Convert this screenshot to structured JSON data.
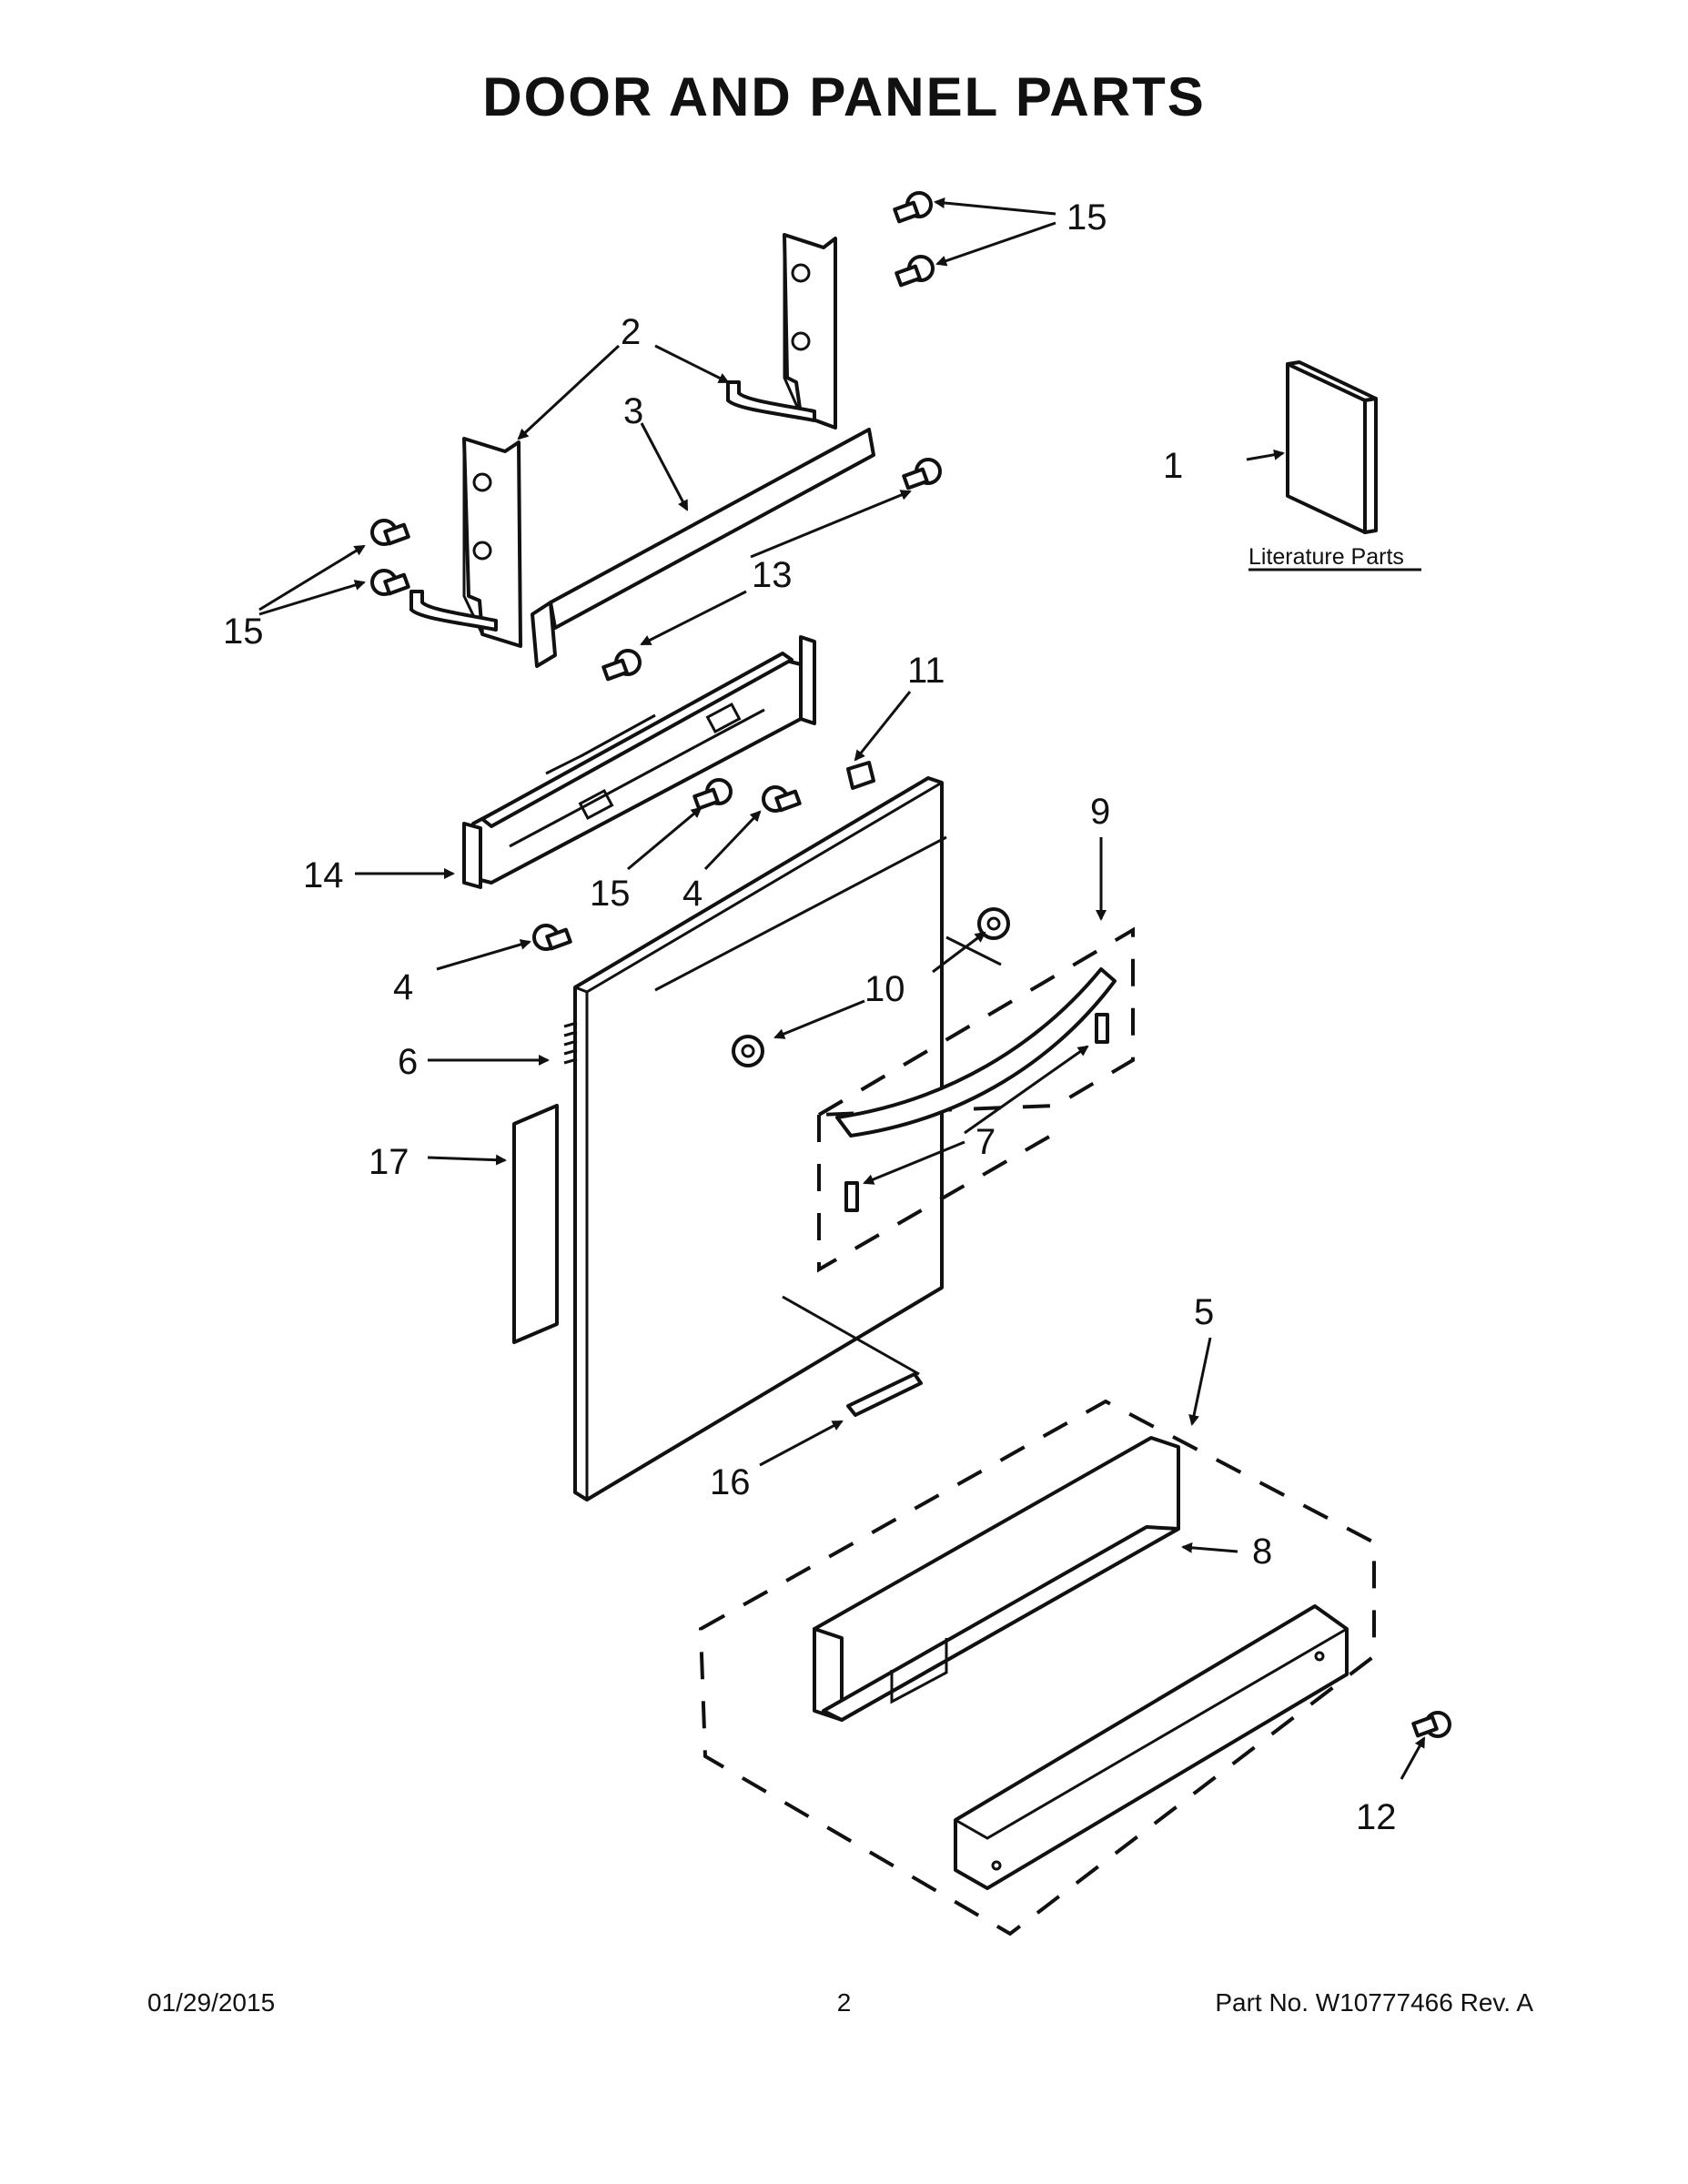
{
  "title": "DOOR AND PANEL PARTS",
  "literature_label": "Literature Parts",
  "callouts": {
    "c1": "1",
    "c2": "2",
    "c3": "3",
    "c4a": "4",
    "c4b": "4",
    "c5": "5",
    "c6": "6",
    "c7": "7",
    "c8": "8",
    "c9": "9",
    "c10": "10",
    "c11": "11",
    "c12": "12",
    "c13": "13",
    "c14": "14",
    "c15a": "15",
    "c15b": "15",
    "c15c": "15",
    "c16": "16",
    "c17": "17"
  },
  "footer": {
    "date": "01/29/2015",
    "page": "2",
    "part_number": "Part No.  W10777466  Rev.  A"
  }
}
